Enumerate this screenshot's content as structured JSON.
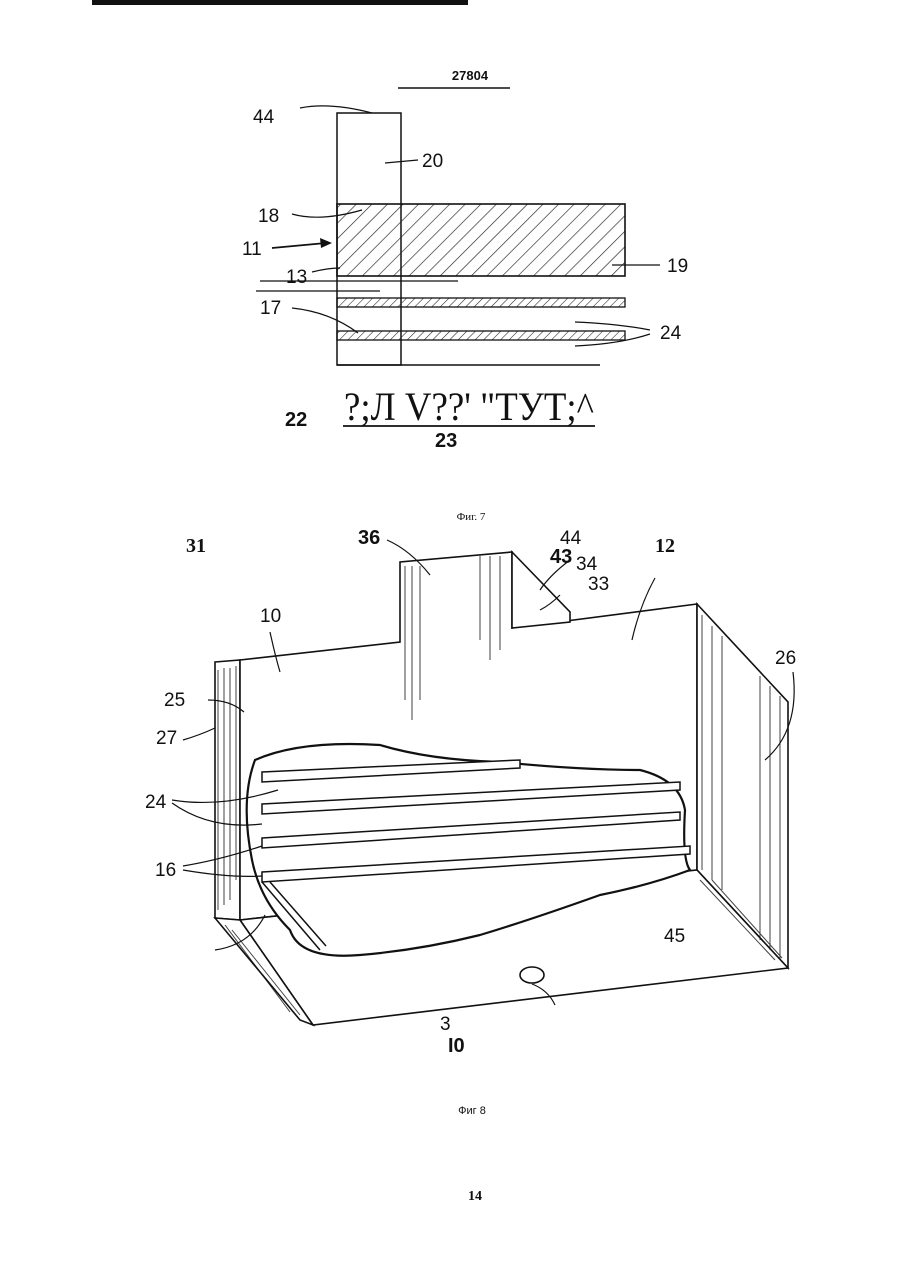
{
  "document": {
    "patent_number": "27804",
    "page_number": "14"
  },
  "figure7": {
    "caption": "Фиг. 7",
    "garbled_text": "?;Л V??' \"ТУТ;^",
    "labels": {
      "l44": "44",
      "l20": "20",
      "l18": "18",
      "l11": "11",
      "l13": "13",
      "l19": "19",
      "l17": "17",
      "l24": "24",
      "l22": "22",
      "l23": "23"
    }
  },
  "figure8": {
    "caption": "Фиг 8",
    "labels": {
      "l31": "31",
      "l36": "36",
      "l44": "44",
      "l43": "43",
      "l34": "34",
      "l33": "33",
      "l12": "12",
      "l10": "10",
      "l26": "26",
      "l25": "25",
      "l27": "27",
      "l24": "24",
      "l16": "16",
      "l45": "45",
      "l3": "3",
      "l10b": "I0"
    }
  }
}
